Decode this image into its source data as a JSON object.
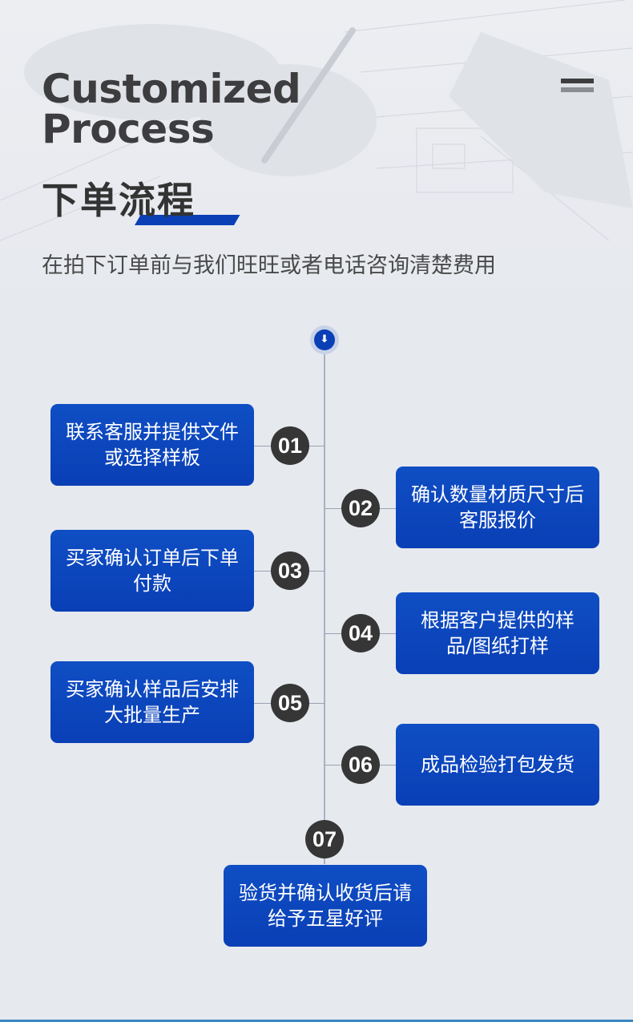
{
  "header": {
    "title_en": "Customized\nProcess",
    "title_cn": "下单流程",
    "subtitle": "在拍下订单前与我们旺旺或者电话咨询清楚费用"
  },
  "colors": {
    "accent": "#0a3fb6",
    "circle": "#363636",
    "background": "#e6e9ee"
  },
  "steps": [
    {
      "num": "01",
      "text": "联系客服并提供文件或选择样板",
      "side": "left"
    },
    {
      "num": "02",
      "text": "确认数量材质尺寸后客服报价",
      "side": "right"
    },
    {
      "num": "03",
      "text": "买家确认订单后下单付款",
      "side": "left"
    },
    {
      "num": "04",
      "text": "根据客户提供的样品/图纸打样",
      "side": "right"
    },
    {
      "num": "05",
      "text": "买家确认样品后安排大批量生产",
      "side": "left"
    },
    {
      "num": "06",
      "text": "成品检验打包发货",
      "side": "right"
    },
    {
      "num": "07",
      "text": "验货并确认收货后请给予五星好评",
      "side": "center"
    }
  ]
}
